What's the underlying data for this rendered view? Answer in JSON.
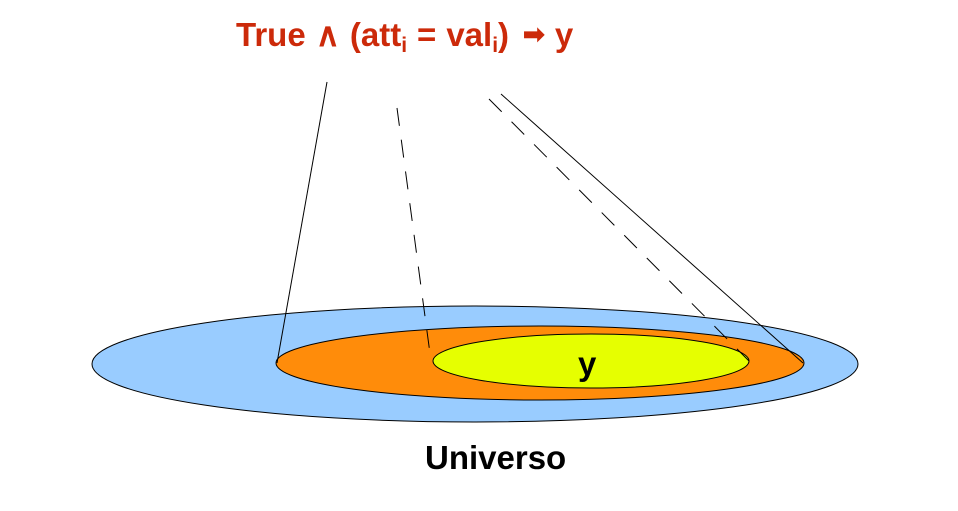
{
  "rule": {
    "antecedent_true": "True",
    "and_symbol": "∧",
    "open_paren": "(",
    "attribute": "att",
    "attribute_subscript": "i",
    "equals": "=",
    "value": "val",
    "value_subscript": "i",
    "close_paren": ")",
    "arrow": "➡",
    "consequent": "y"
  },
  "regions": {
    "inner_label": "y",
    "universe_label": "Universo"
  },
  "colors": {
    "rule_text": "#cc2a0a",
    "universe_fill": "#99ccff",
    "middle_fill": "#ff8c0a",
    "inner_fill": "#e6ff00",
    "outline": "#000000"
  }
}
